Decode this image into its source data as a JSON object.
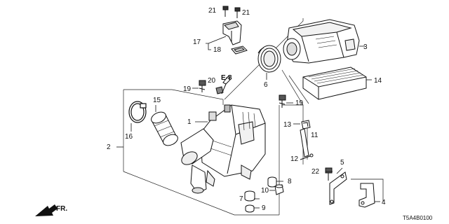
{
  "callouts": {
    "c1": "1",
    "c2": "2",
    "c3": "3",
    "c4": "4",
    "c5": "5",
    "c6": "6",
    "c7": "7",
    "c8": "8",
    "c9": "9",
    "c10": "10",
    "c11": "11",
    "c12": "12",
    "c13": "13",
    "c14": "14",
    "c15": "15",
    "c16": "16",
    "c17": "17",
    "c18": "18",
    "c19a": "19",
    "c19b": "19",
    "c20": "20",
    "c21a": "21",
    "c21b": "21",
    "c22": "22"
  },
  "ref_label": "E-8",
  "direction_label": "FR.",
  "diagram_code": "T5A4B0100"
}
